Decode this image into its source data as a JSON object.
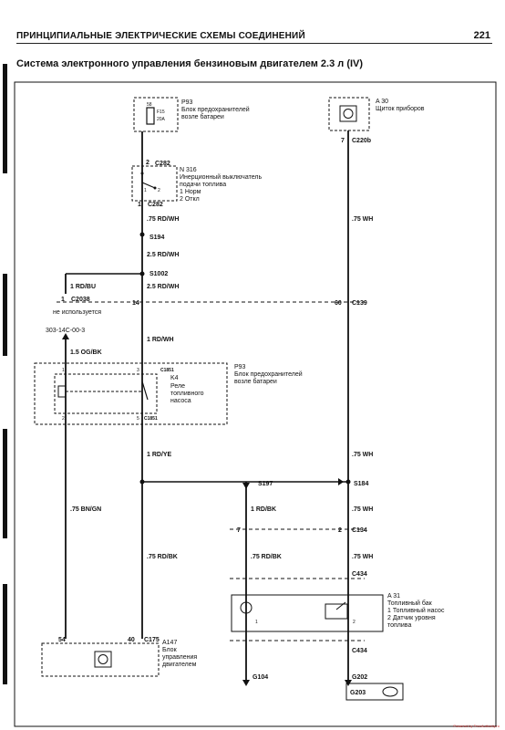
{
  "header": {
    "section_title": "ПРИНЦИПИАЛЬНЫЕ ЭЛЕКТРИЧЕСКИЕ СХЕМЫ СОЕДИНЕНИЙ",
    "page_number": "221"
  },
  "diagram_title": "Система электронного управления бензиновым двигателем 2.3 л (IV)",
  "components": {
    "p93_top": {
      "id": "P93",
      "line1": "Блок предохранителей",
      "line2": "возле батареи",
      "fuse_id": "F15",
      "fuse_rating": "20A",
      "pin": "58"
    },
    "a30": {
      "id": "A 30",
      "line1": "Щиток приборов"
    },
    "n316": {
      "id": "N 316",
      "line1": "Инерционный выключатель",
      "line2": "подачи топлива",
      "line3": "1 Норм",
      "line4": "2 Откл"
    },
    "p93_relay": {
      "id": "P93",
      "line1": "Блок предохранителей",
      "line2": "возле батареи"
    },
    "k4": {
      "id": "K4",
      "line1": "Реле",
      "line2": "топливного",
      "line3": "насоса"
    },
    "a31": {
      "id": "A 31",
      "line1": "Топливный бак",
      "line2": "1 Топливный насос",
      "line3": "2 Датчик уровня",
      "line4": "топлива"
    },
    "a147": {
      "id": "A147",
      "line1": "Блок",
      "line2": "управления",
      "line3": "двигателем"
    },
    "not_used": "не используется",
    "ref_303": "303-14C-00-3"
  },
  "connectors": {
    "c282_top": "C282",
    "c282_bot": "C282",
    "c220b": "C220b",
    "s194": "S194",
    "s1002": "S1002",
    "c2038": "C2038",
    "c139": "C139",
    "c1851_a": "C1851",
    "c1851_b": "C1851",
    "s197": "S197",
    "s184": "S184",
    "c134": "C134",
    "c434_a": "C434",
    "c434_b": "C434",
    "c175": "C175",
    "g104": "G104",
    "g202": "G202",
    "g203": "G203"
  },
  "pins": {
    "p2": "2",
    "p1": "1",
    "p7_a30": "7",
    "p1_c2038": "1",
    "p14": "14",
    "p60": "60",
    "k1": "1",
    "k3": "3",
    "k2": "2",
    "k5": "5",
    "p7_c134": "7",
    "p2_c134": "2",
    "p54": "54",
    "p40": "40",
    "m1": "1",
    "s2": "2",
    "sw1": "1",
    "sw2": "2"
  },
  "wires": {
    "w1": ".75 RD/WH",
    "w2": "2.5 RD/WH",
    "w3": "2.5 RD/WH",
    "w4": "1 RD/BU",
    "w5": "1 RD/WH",
    "w6": "1.5 OG/BK",
    "w7": "1 RD/YE",
    "w8": ".75 BN/GN",
    "w9": ".75 RD/BK",
    "w10": "1 RD/BK",
    "w11": ".75 RD/BK",
    "w12": ".75 WH",
    "w13": ".75 WH",
    "w14": ".75 WH",
    "w15": ".75 WH"
  },
  "footer": "Powered by FreeAuthority.ru"
}
